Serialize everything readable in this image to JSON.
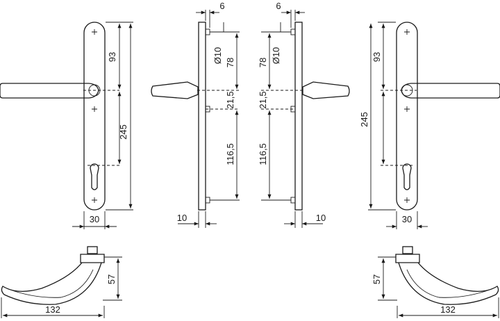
{
  "dimensions": {
    "front_left": {
      "upper": "93",
      "total": "245",
      "width": "30"
    },
    "side_left": {
      "offset": "6",
      "bore": "Ø10",
      "upper": "78",
      "spindle": "21,5",
      "lower": "116,5",
      "thickness": "10"
    },
    "side_right": {
      "offset": "6",
      "bore": "Ø10",
      "upper": "78",
      "spindle": "21,5",
      "lower": "116,5",
      "thickness": "10"
    },
    "front_right": {
      "upper": "93",
      "total": "245",
      "width": "30"
    },
    "lever_left": {
      "height": "57",
      "length": "132"
    },
    "lever_right": {
      "height": "57",
      "length": "132"
    }
  },
  "colors": {
    "line": "#1a1a1a",
    "background": "#ffffff"
  }
}
